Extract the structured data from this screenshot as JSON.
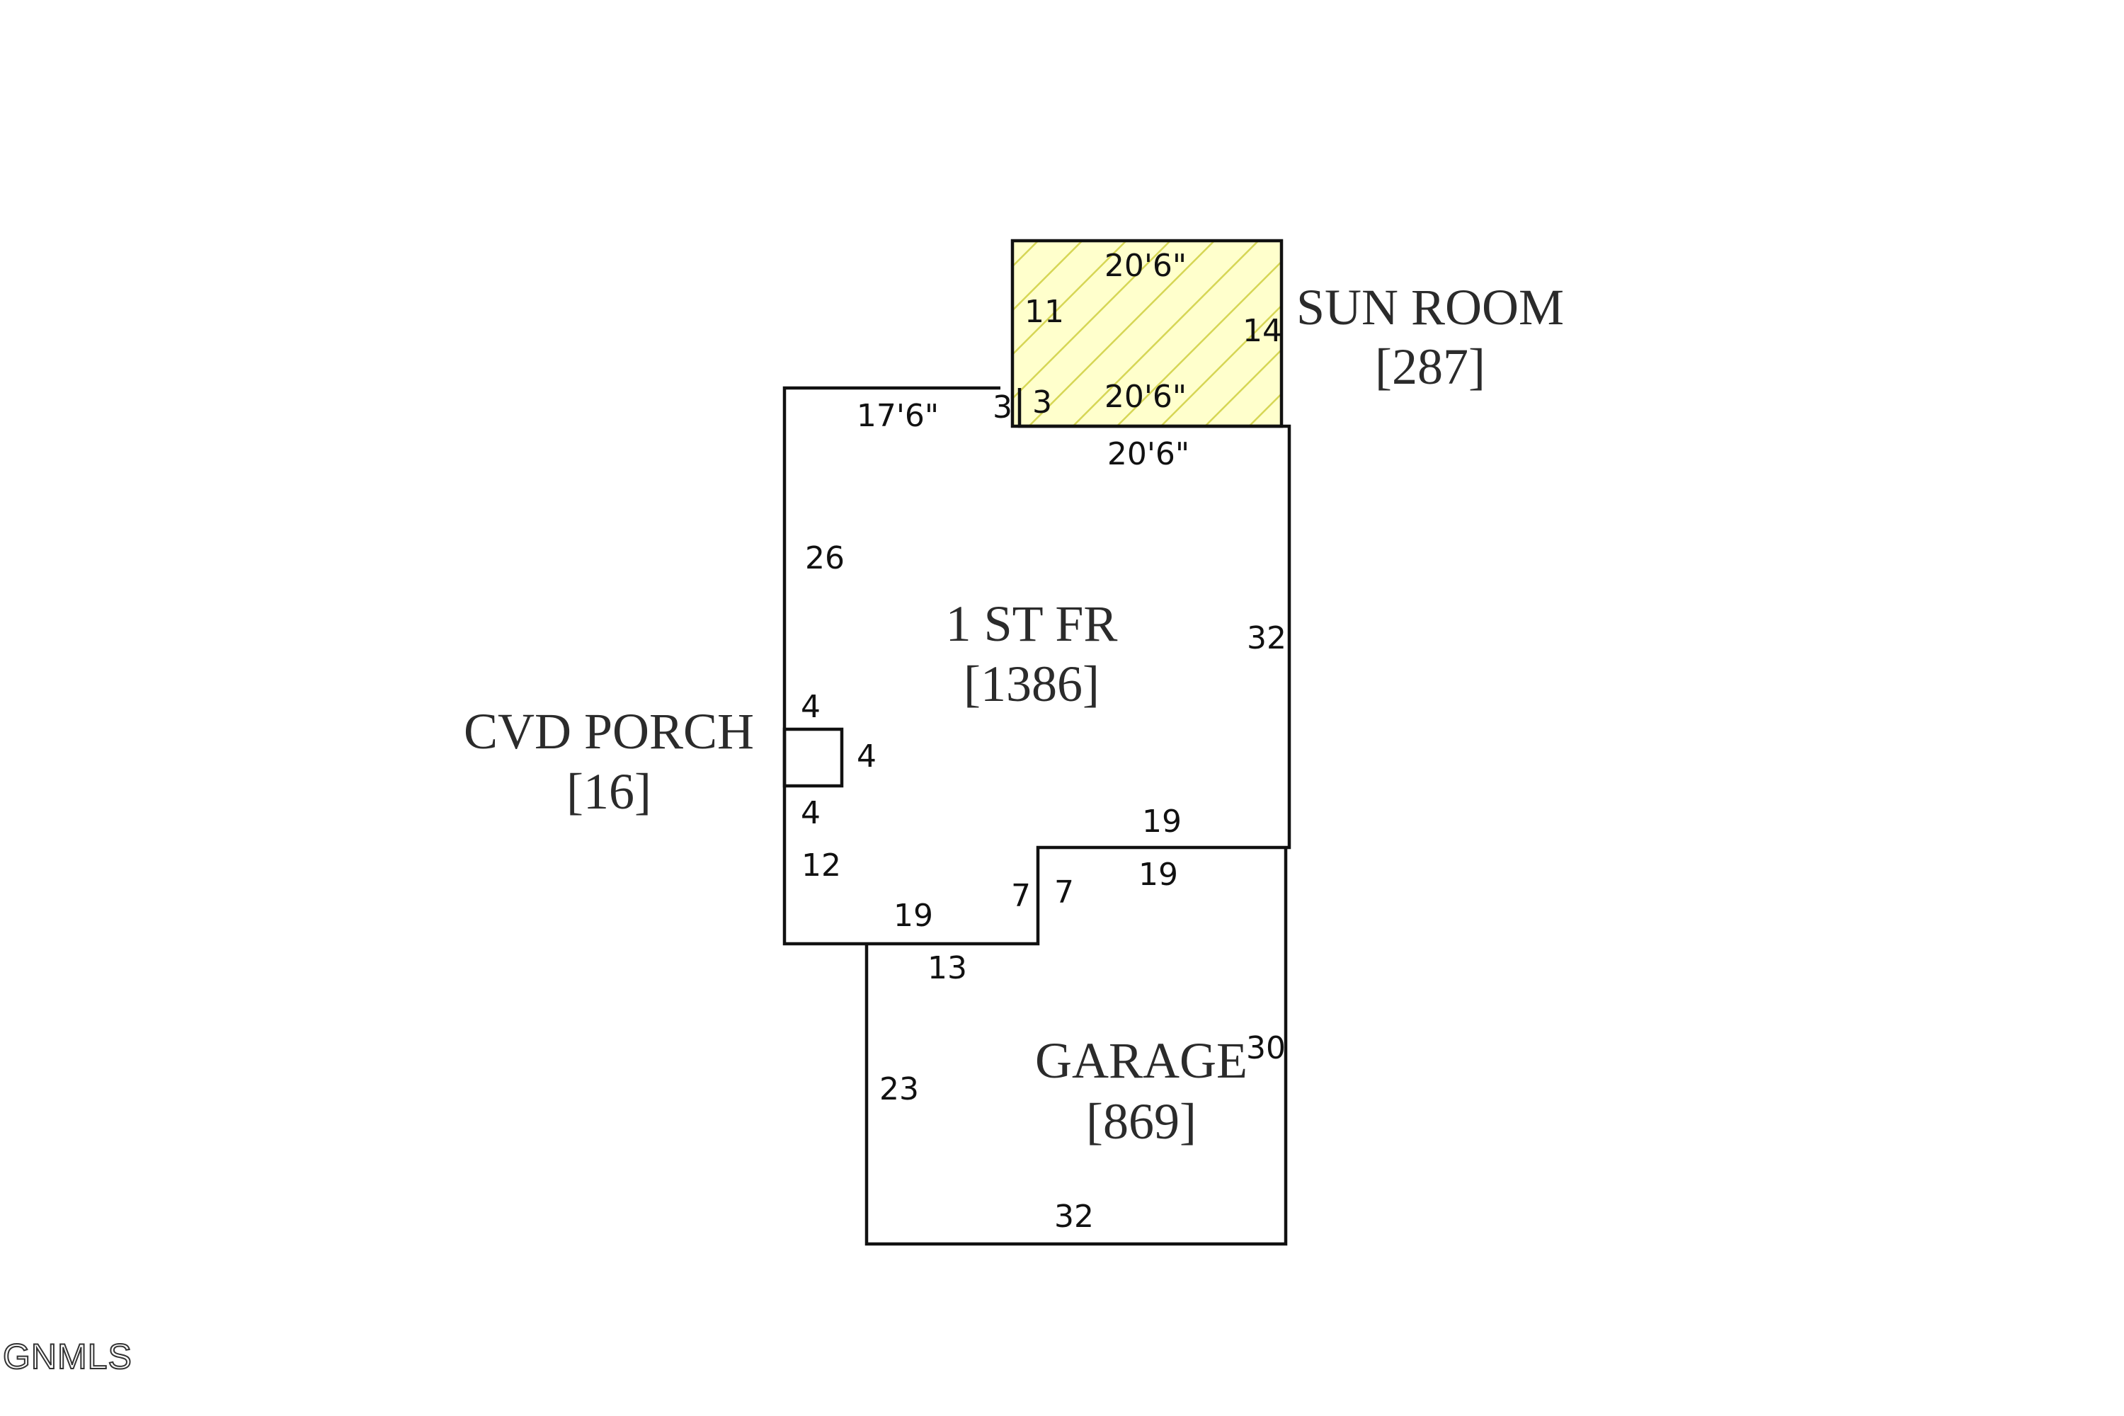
{
  "areas": {
    "sun_room": {
      "name": "SUN ROOM",
      "size": "[287]"
    },
    "first_floor": {
      "name": "1 ST FR",
      "size": "[1386]"
    },
    "porch": {
      "name": "CVD PORCH",
      "size": "[16]"
    },
    "garage": {
      "name": "GARAGE",
      "size": "[869]"
    }
  },
  "dimensions": {
    "sun_top": "20'6\"",
    "sun_bottom": "20'6\"",
    "sun_left": "11",
    "sun_right": "14",
    "sun_step": "3",
    "step_left": "3",
    "fr_top_left": "17'6\"",
    "fr_top_right": "20'6\"",
    "fr_left_upper": "26",
    "fr_right": "32",
    "porch_top": "4",
    "porch_right": "4",
    "porch_bottom": "4",
    "fr_left_lower": "12",
    "fr_bottom_left": "19",
    "fr_notch_left": "7",
    "fr_bottom_right": "19",
    "garage_notch": "7",
    "garage_top_right": "19",
    "garage_top_left": "13",
    "garage_left": "23",
    "garage_right": "30",
    "garage_bottom": "32"
  },
  "watermark": "GNMLS",
  "colors": {
    "line": "#111111",
    "hatch": "#d6d655",
    "sun_fill": "#ffffcc"
  }
}
